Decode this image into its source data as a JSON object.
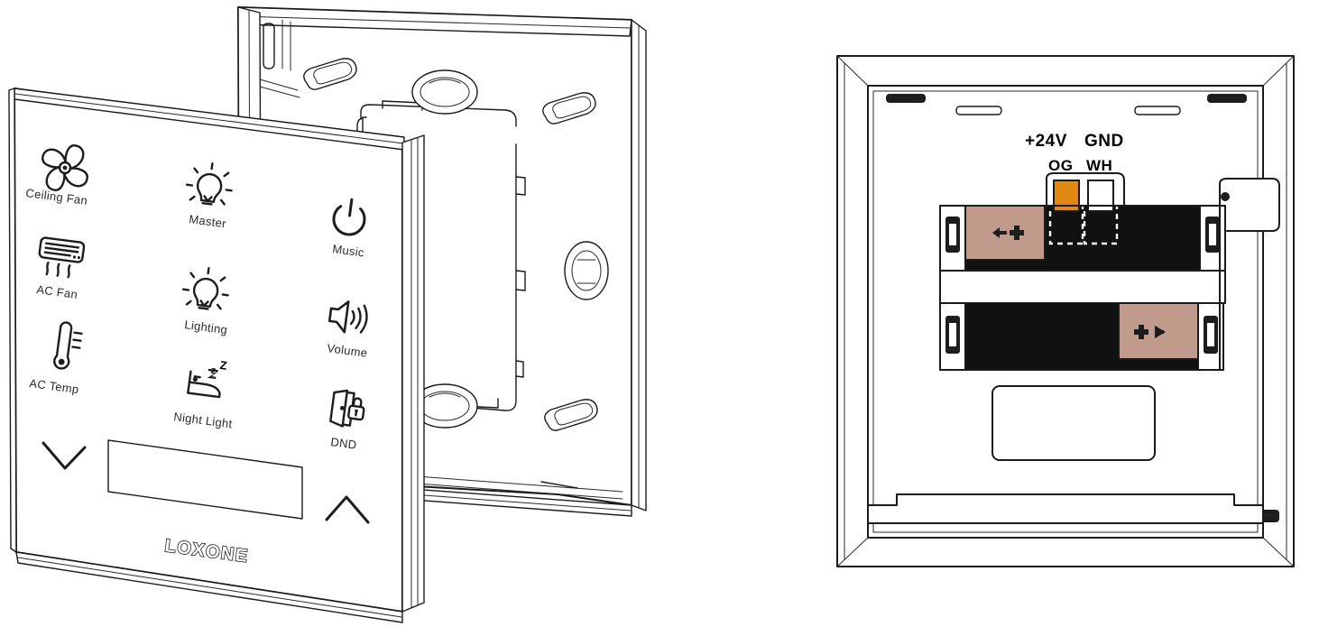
{
  "diagram": {
    "title": "Loxone Touch Switch Exploded Assembly",
    "colors": {
      "line": "#1a1a1a",
      "orange_terminal": "#E08A14",
      "white_terminal": "#FFFFFF",
      "tan_block": "#C09A8A",
      "black_block": "#111111",
      "paper": "#FFFFFF"
    }
  },
  "faceplate": {
    "brand_logo": "LOXONE",
    "buttons": [
      {
        "label": "Ceiling Fan",
        "icon": "ceiling-fan-icon"
      },
      {
        "label": "AC Fan",
        "icon": "ac-fan-icon"
      },
      {
        "label": "AC Temp",
        "icon": "thermometer-icon"
      },
      {
        "label": "Master",
        "icon": "lightbulb-icon"
      },
      {
        "label": "Lighting",
        "icon": "lightbulb-icon"
      },
      {
        "label": "Night Light",
        "icon": "bed-sleep-icon"
      },
      {
        "label": "Music",
        "icon": "power-icon"
      },
      {
        "label": "Volume",
        "icon": "speaker-waves-icon"
      },
      {
        "label": "DND",
        "icon": "door-lock-icon"
      }
    ],
    "down_arrow": "chevron-down-icon",
    "up_arrow": "chevron-up-icon",
    "display_window": ""
  },
  "bracket": {
    "name": "wall-mounting-bracket",
    "screw_slots": 6
  },
  "back_unit": {
    "terminals": {
      "top_row": [
        "+24V",
        "GND"
      ],
      "bottom_row": [
        "OG",
        "WH"
      ]
    },
    "terminal_colors": [
      "#E08A14",
      "#FFFFFF"
    ],
    "slide_arrows": [
      "left-plus-arrow",
      "right-plus-arrow"
    ],
    "label_plate": ""
  }
}
